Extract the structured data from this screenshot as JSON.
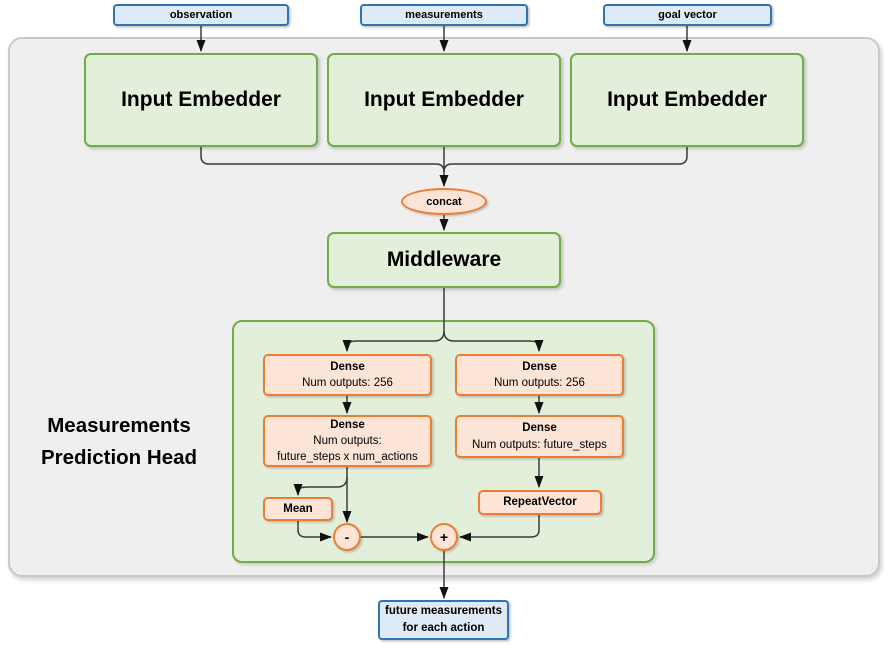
{
  "colors": {
    "blue_border": "#2E75B6",
    "blue_fill": "#DEEAF6",
    "green_border": "#70AD47",
    "green_fill": "#E2EFDA",
    "orange_border": "#ED7D31",
    "orange_fill": "#FCE4D6",
    "outer_container_fill": "#EFEFEF",
    "outer_container_border": "#C9C9C9",
    "connector_line": "#3C3C3C",
    "arrowhead": "#111111",
    "text": "#000000"
  },
  "top_inputs": [
    {
      "label": "observation"
    },
    {
      "label": "measurements"
    },
    {
      "label": "goal vector"
    }
  ],
  "embedders": [
    {
      "label": "Input Embedder"
    },
    {
      "label": "Input Embedder"
    },
    {
      "label": "Input Embedder"
    }
  ],
  "concat": {
    "label": "concat"
  },
  "middleware": {
    "label": "Middleware"
  },
  "head": {
    "title_line1": "Measurements",
    "title_line2": "Prediction Head"
  },
  "left_branch": {
    "dense1": {
      "title": "Dense",
      "subtitle": "Num outputs: 256"
    },
    "dense2": {
      "title": "Dense",
      "subtitle_line1": "Num outputs:",
      "subtitle_line2": "future_steps x num_actions"
    },
    "mean": {
      "label": "Mean"
    },
    "minus_op": "-"
  },
  "right_branch": {
    "dense1": {
      "title": "Dense",
      "subtitle": "Num outputs: 256"
    },
    "dense2": {
      "title": "Dense",
      "subtitle": "Num outputs: future_steps"
    },
    "repeat_vector": {
      "label": "RepeatVector"
    },
    "plus_op": "+"
  },
  "output_box": {
    "line1": "future measurements",
    "line2": "for each action"
  }
}
